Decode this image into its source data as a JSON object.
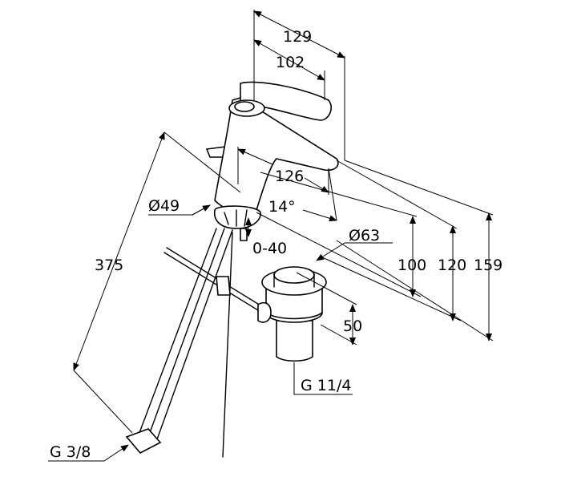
{
  "dimensions": {
    "overall_reach": "129",
    "lever_reach": "102",
    "spout_reach": "126",
    "spout_angle": "14°",
    "base_diameter": "Ø49",
    "deck_thickness": "0-40",
    "drain_diameter": "Ø63",
    "spout_height": "100",
    "lever_height": "120",
    "total_height": "159",
    "hose_length": "375",
    "drain_height": "50",
    "drain_thread": "G 11/4",
    "hose_thread": "G 3/8"
  }
}
